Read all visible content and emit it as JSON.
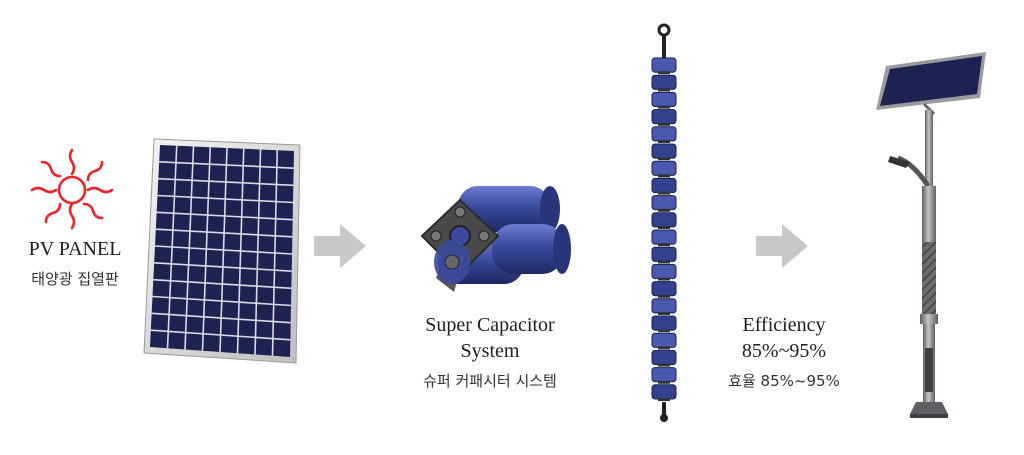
{
  "pv": {
    "title": "PV PANEL",
    "subtitle": "태양광 집열판"
  },
  "capacitor": {
    "title_line1": "Super Capacitor",
    "title_line2": "System",
    "subtitle": "슈퍼 커패시터 시스템"
  },
  "efficiency": {
    "title_line1": "Efficiency",
    "title_line2": "85%~95%",
    "subtitle": "효율 85%~95%"
  },
  "colors": {
    "sun": "#e8262c",
    "arrow": "#c8c8c8",
    "panel_cell": "#1c2350",
    "capacitor_blue": "#3b4a9e",
    "pole": "#8e8f93"
  }
}
